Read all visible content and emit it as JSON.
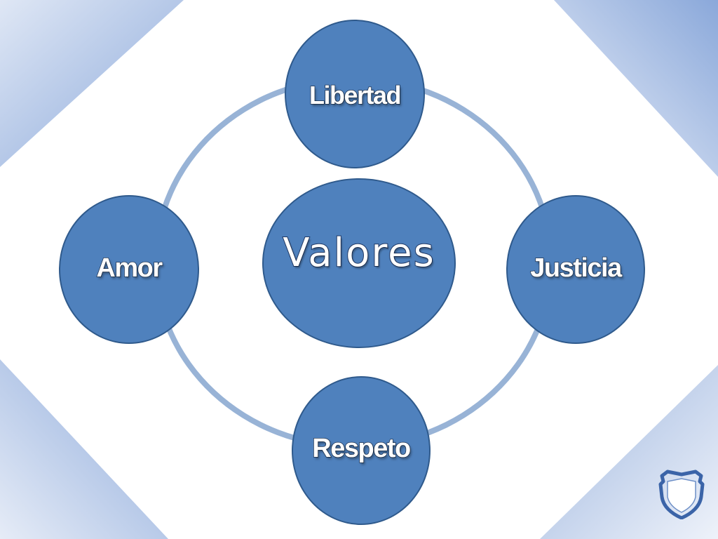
{
  "diagram": {
    "center": {
      "label": "Valores"
    },
    "nodes": [
      {
        "id": "libertad",
        "label": "Libertad"
      },
      {
        "id": "justicia",
        "label": "Justicia"
      },
      {
        "id": "respeto",
        "label": "Respeto"
      },
      {
        "id": "amor",
        "label": "Amor"
      }
    ]
  },
  "colors": {
    "node_fill": "#4f81bd",
    "node_border": "#2f5a8c",
    "ring": "#98b3d6",
    "background_accent": "#8fabd9"
  },
  "icons": {
    "corner_logo": "shield-icon"
  }
}
